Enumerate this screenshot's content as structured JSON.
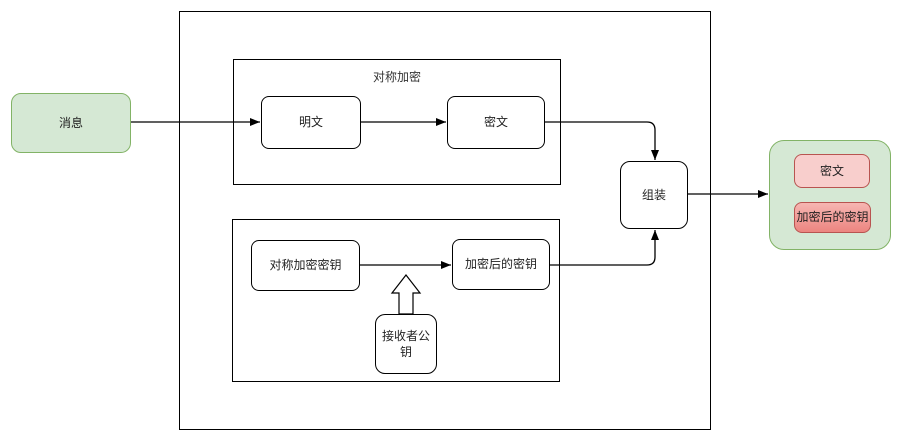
{
  "diagram": {
    "type": "flowchart",
    "topic": "hybrid-encryption-flow",
    "nodes": {
      "message": {
        "label": "消息"
      },
      "symmetric_section": {
        "label": "对称加密"
      },
      "plaintext": {
        "label": "明文"
      },
      "ciphertext": {
        "label": "密文"
      },
      "symmetric_key": {
        "label": "对称加密密钥"
      },
      "encrypted_key": {
        "label": "加密后的密钥"
      },
      "receiver_public_key": {
        "label": "接收者公钥"
      },
      "assemble": {
        "label": "组装"
      },
      "result_ciphertext": {
        "label": "密文"
      },
      "result_encrypted_key": {
        "label": "加密后的密钥"
      }
    },
    "edges": [
      {
        "from": "message",
        "to": "plaintext"
      },
      {
        "from": "plaintext",
        "to": "ciphertext"
      },
      {
        "from": "ciphertext",
        "to": "assemble"
      },
      {
        "from": "symmetric_key",
        "to": "encrypted_key"
      },
      {
        "from": "encrypted_key",
        "to": "assemble"
      },
      {
        "from": "assemble",
        "to": "result_group"
      },
      {
        "from": "receiver_public_key",
        "to": "symmetric_key_edge",
        "style": "block-arrow-up"
      }
    ],
    "colors": {
      "green_fill": "#d5e8d4",
      "green_stroke": "#82b366",
      "pink_light_fill": "#f8cecc",
      "pink_dark_fill": "#ec8580",
      "pink_stroke": "#b85450",
      "line": "#000000",
      "section_label_text": "#333333"
    }
  }
}
